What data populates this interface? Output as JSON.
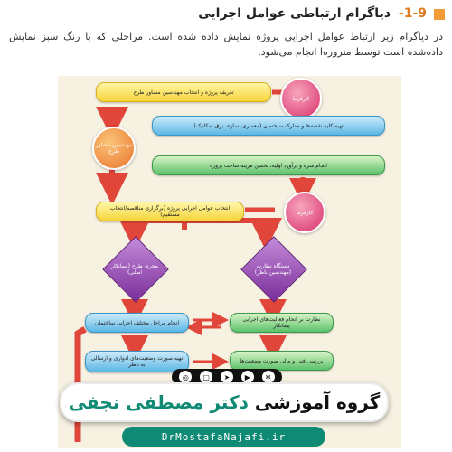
{
  "heading": {
    "number": "1-9-",
    "title": "دیاگرام ارتباطی عوامل اجرایی"
  },
  "paragraph": "در دیاگرام زیر ارتباط عوامل اجرایی پروژه نمایش داده شده است. مراحلی که با رنگ سبز نمایش داده‌شده است توسط متروره‌ا انجام می‌شود.",
  "diagram": {
    "client1": "کارفرما",
    "client2": "کارفرما",
    "consultant": "مهندسین مشاور طرح",
    "step1": "تعریف پروژه و انتخاب مهندسین مشاور طرح",
    "step2": "تهیه کلیه نقشه‌ها و مدارک ساختمان (معماری، سازه، برق، مکانیک)",
    "step3": "انجام متره و برآورد اولیه، تخمین هزینه ساخت پروژه",
    "step4": "انتخاب عوامل اجرایی پروژه (برگزاری مناقصه/انتخاب مستقیم)",
    "decision_left": "مجری طرح (پیمانکار اصلی)",
    "decision_right": "دستگاه نظارت (مهندسین ناظر)",
    "step5_left": "انجام مراحل مختلف اجرایی ساختمان",
    "step5_right": "نظارت بر انجام فعالیت‌های اجرایی پیمانکار",
    "step6_left": "تهیه صورت وضعیت‌های ادواری و ارسالی به ناظر",
    "step6_right": "بررسی فنی و مالی صورت وضعیت‌ها"
  },
  "banner": {
    "text_part1": "گروه آموزشی ",
    "text_part2": "دکتر مصطفی نجفی",
    "url": "DrMostafaNajafi.ir",
    "icons": [
      "web-icon",
      "instagram-icon",
      "telegram-icon",
      "youtube-icon",
      "aparat-icon"
    ]
  },
  "colors": {
    "accent_orange": "#f29a36",
    "brand_teal": "#0f8a74"
  }
}
